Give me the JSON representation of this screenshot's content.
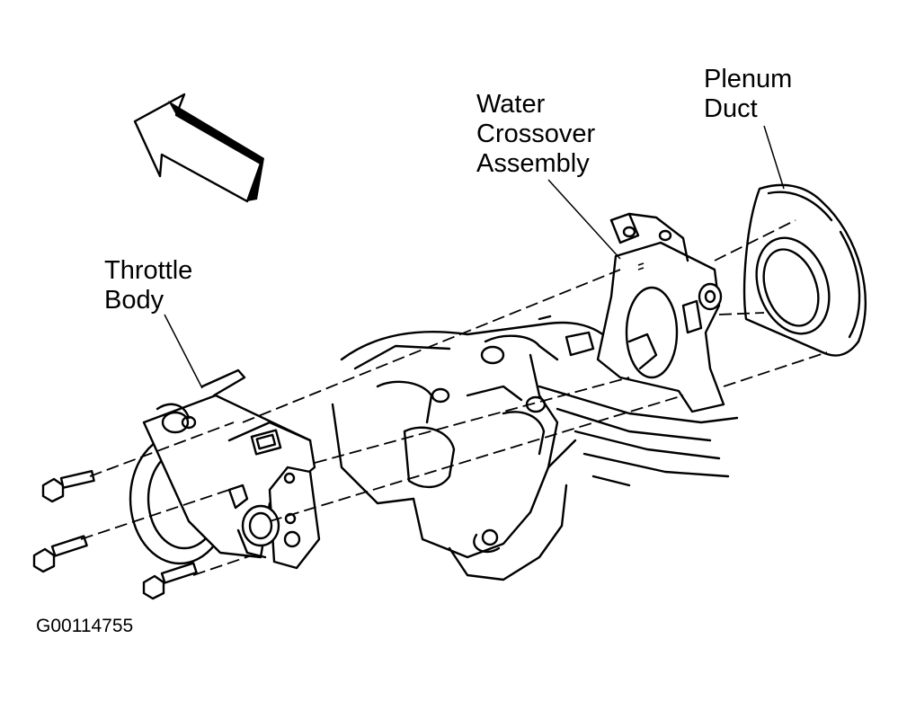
{
  "callouts": {
    "throttle_body": [
      "Throttle",
      "Body"
    ],
    "water_crossover": [
      "Water",
      "Crossover",
      "Assembly"
    ],
    "plenum_duct": [
      "Plenum",
      "Duct"
    ]
  },
  "figure_id": "G00114755",
  "icons": {
    "direction_arrow": "forward-arrow-icon"
  }
}
